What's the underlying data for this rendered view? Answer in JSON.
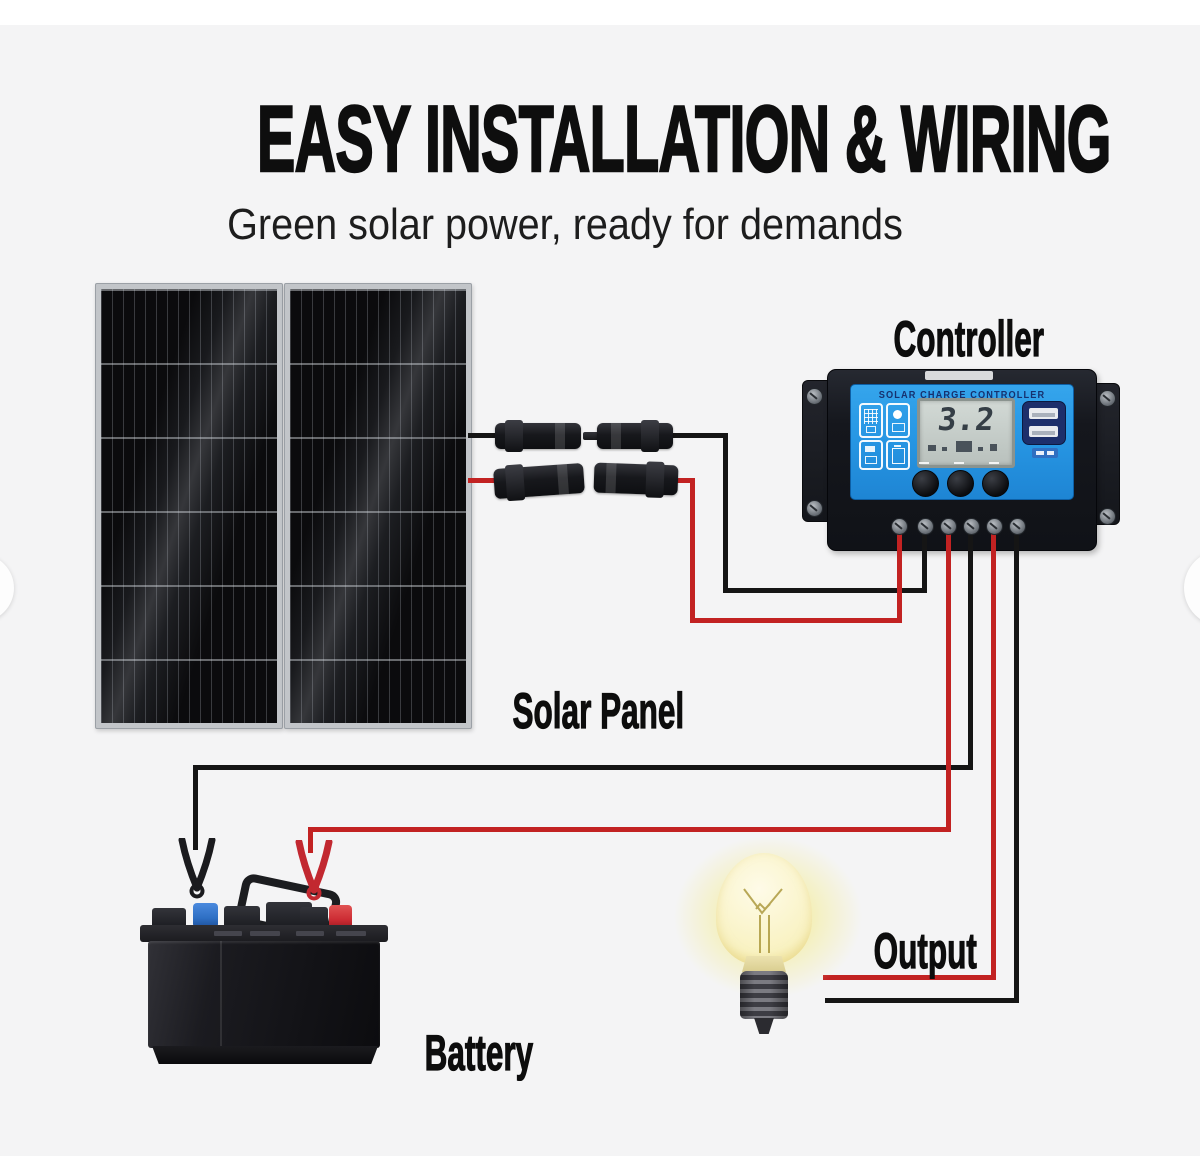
{
  "header": {
    "title": "EASY INSTALLATION & WIRING",
    "subtitle": "Green solar power, ready for demands"
  },
  "diagram": {
    "labels": {
      "controller": "Controller",
      "solar_panel": "Solar Panel",
      "battery": "Battery",
      "output": "Output"
    },
    "controller": {
      "brand": "SOLAR CHARGE CONTROLLER",
      "lcd_value": "3.2"
    },
    "colors": {
      "wire_positive": "#c22222",
      "wire_negative": "#151515",
      "controller_face": "#2797e4",
      "battery_negative_terminal": "#2e6fc4",
      "battery_positive_terminal": "#cc2b33",
      "bulb_glow": "#f0e676"
    }
  }
}
